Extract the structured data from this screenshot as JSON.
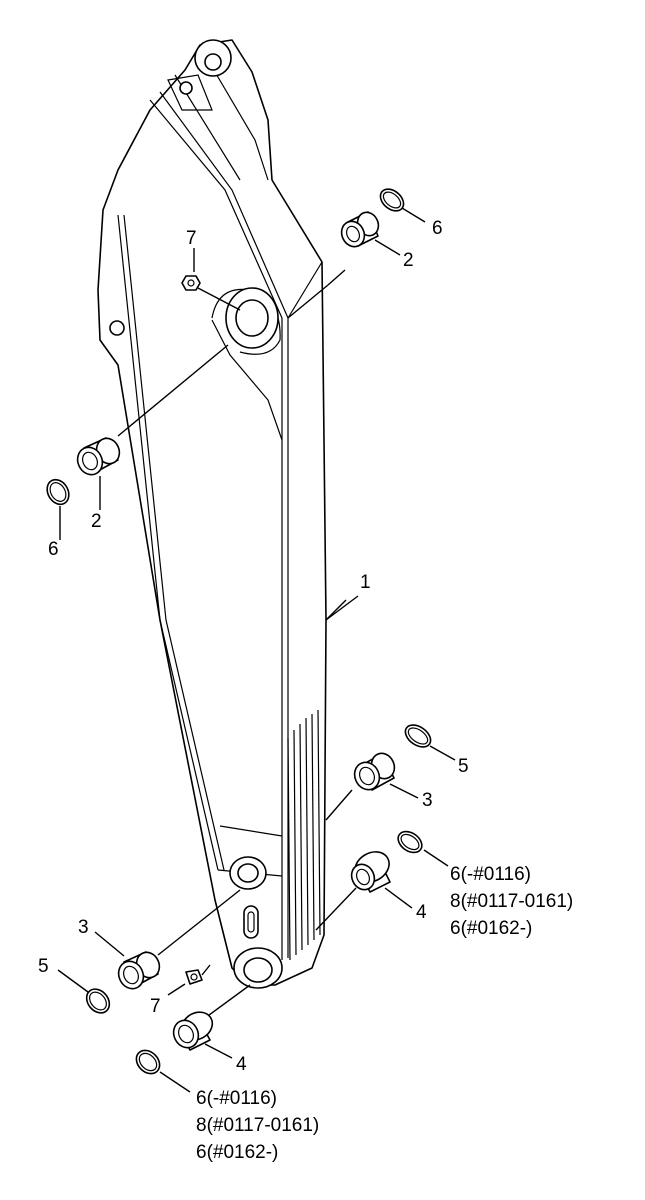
{
  "diagram": {
    "labels": {
      "arm": "1",
      "bushing_upper_right": "2",
      "bushing_upper_left": "2",
      "bushing_lower_right": "3",
      "bushing_lower_left": "3",
      "flanged_bushing_right": "4",
      "flanged_bushing_left": "4",
      "shim_lower_right": "5",
      "shim_lower_left": "5",
      "shim_upper_right": "6",
      "shim_upper_left": "6",
      "grease_fitting_top": "7",
      "grease_fitting_bottom": "7"
    },
    "shim_callout_right": [
      "6(-#0116)",
      "8(#0117-0161)",
      "6(#0162-)"
    ],
    "shim_callout_left": [
      "6(-#0116)",
      "8(#0117-0161)",
      "6(#0162-)"
    ]
  }
}
